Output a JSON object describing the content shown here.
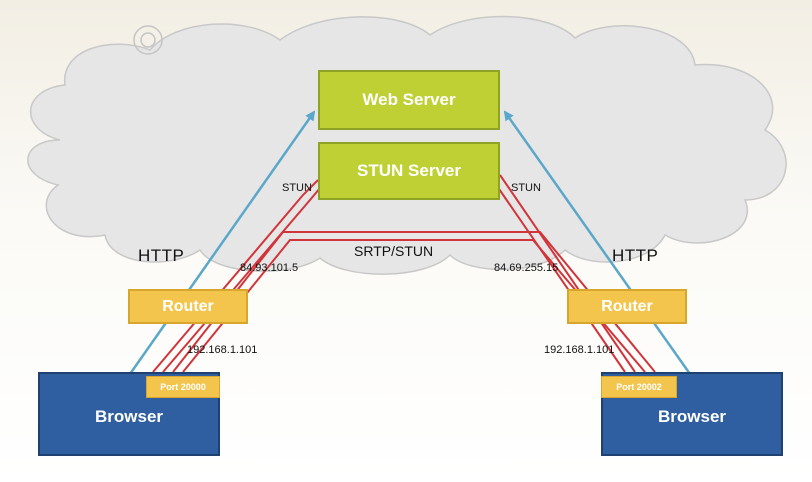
{
  "nodes": {
    "web_server": "Web Server",
    "stun_server": "STUN Server",
    "router_left": "Router",
    "router_right": "Router",
    "browser_left": "Browser",
    "browser_right": "Browser",
    "port_left": "Port 20000",
    "port_right": "Port 20002"
  },
  "labels": {
    "http_left": "HTTP",
    "http_right": "HTTP",
    "stun_left": "STUN",
    "stun_right": "STUN",
    "srtp_stun": "SRTP/STUN",
    "public_ip_left": "84.93.101.5",
    "public_ip_right": "84.69.255.15",
    "private_ip_left": "192.168.1.101",
    "private_ip_right": "192.168.1.101"
  },
  "colors": {
    "http_line": "#5aa7c9",
    "media_line": "#d0353b",
    "server_fill": "#bfd035",
    "router_fill": "#f4c54d",
    "browser_fill": "#2f5fa0"
  }
}
